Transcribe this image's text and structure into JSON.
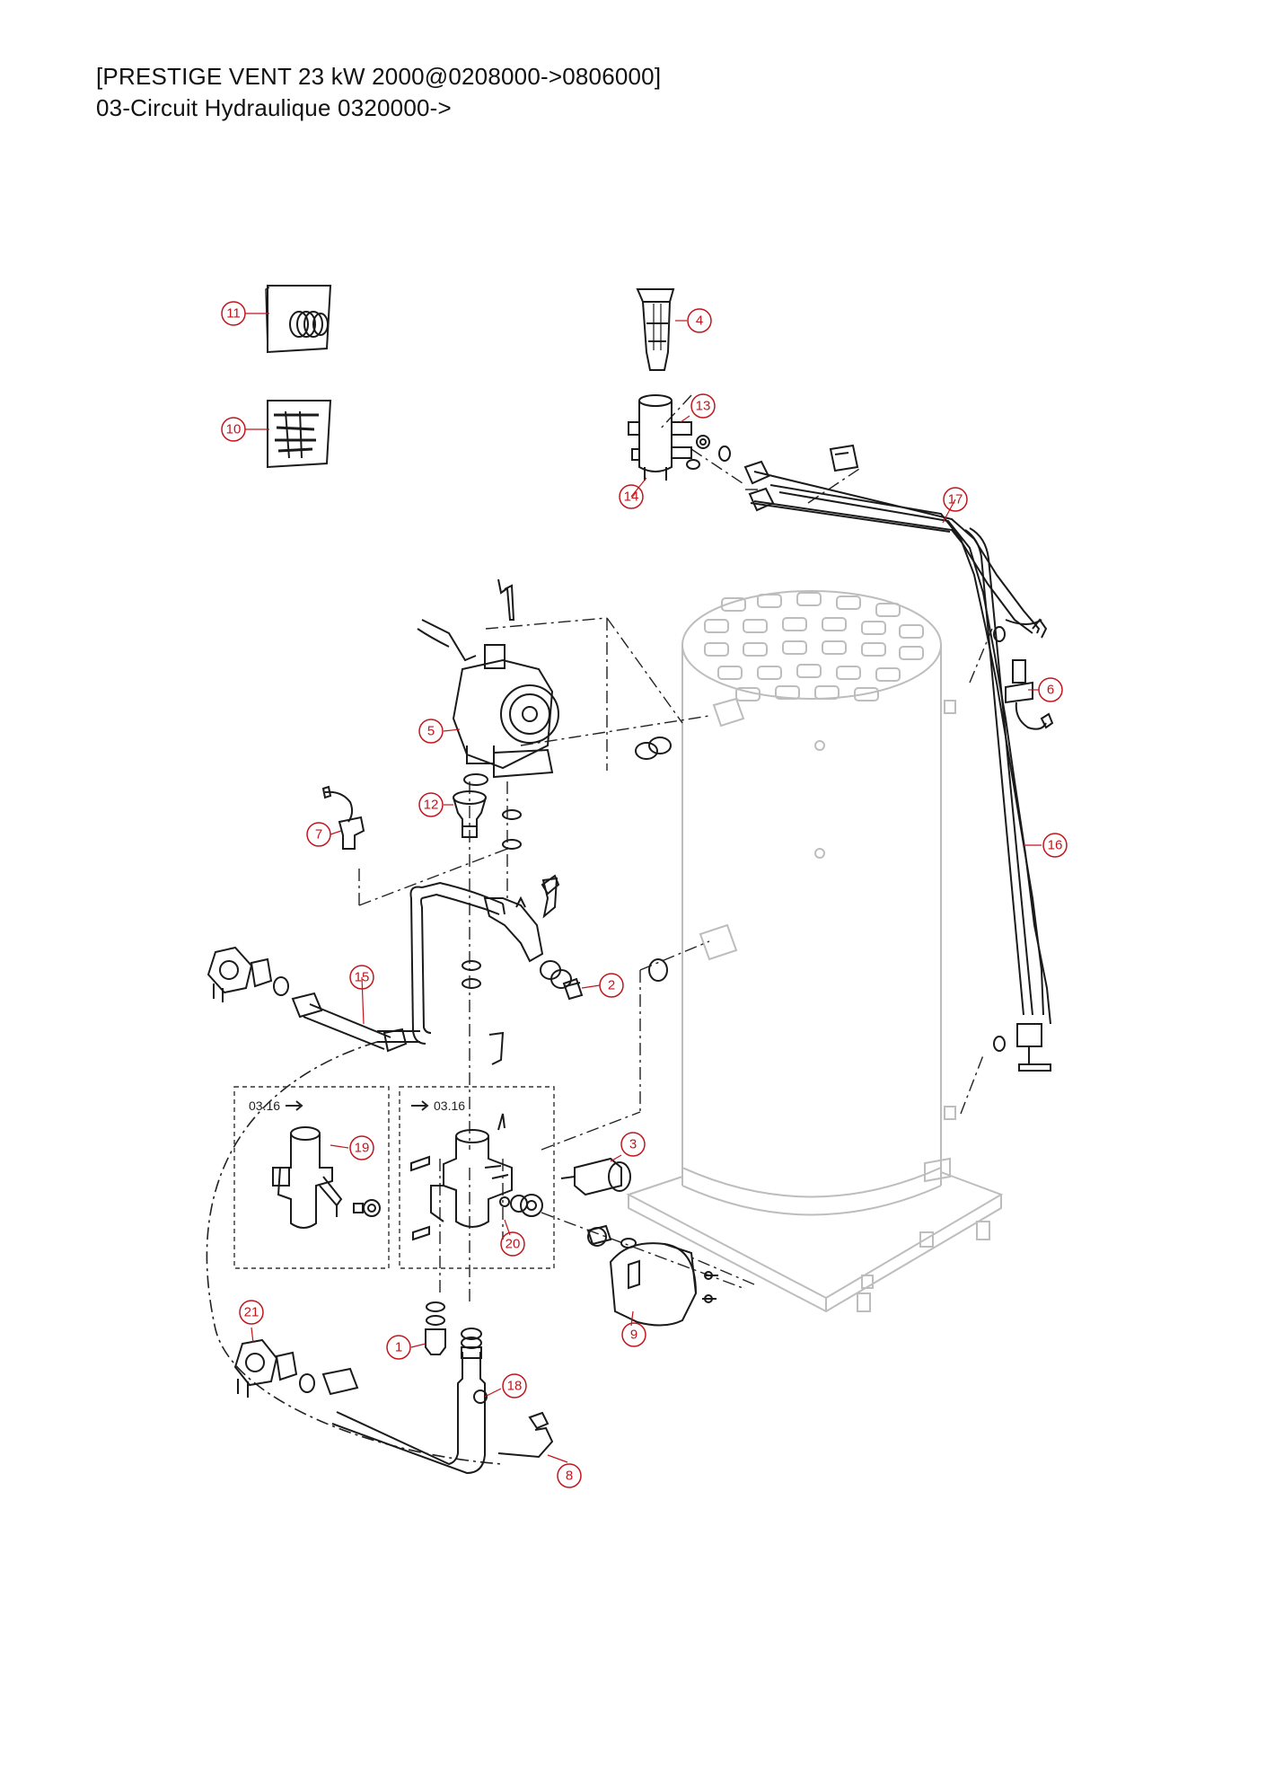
{
  "header": {
    "title": "[PRESTIGE VENT 23 kW 2000@0208000->0806000]",
    "subtitle": "03-Circuit Hydraulique 0320000->"
  },
  "variant_notes": {
    "left": "03.16",
    "right": "03.16"
  },
  "colors": {
    "callout": "#c0161c",
    "line": "#1a1a1a",
    "faded": "#bdbdbd"
  },
  "callouts": [
    {
      "id": "p1",
      "label": "1"
    },
    {
      "id": "p2",
      "label": "2"
    },
    {
      "id": "p3",
      "label": "3"
    },
    {
      "id": "p4",
      "label": "4"
    },
    {
      "id": "p5",
      "label": "5"
    },
    {
      "id": "p6",
      "label": "6"
    },
    {
      "id": "p7",
      "label": "7"
    },
    {
      "id": "p8",
      "label": "8"
    },
    {
      "id": "p9",
      "label": "9"
    },
    {
      "id": "p10",
      "label": "10"
    },
    {
      "id": "p11",
      "label": "11"
    },
    {
      "id": "p12",
      "label": "12"
    },
    {
      "id": "p13",
      "label": "13"
    },
    {
      "id": "p14",
      "label": "14"
    },
    {
      "id": "p15",
      "label": "15"
    },
    {
      "id": "p16",
      "label": "16"
    },
    {
      "id": "p17",
      "label": "17"
    },
    {
      "id": "p18",
      "label": "18"
    },
    {
      "id": "p19",
      "label": "19"
    },
    {
      "id": "p20",
      "label": "20"
    },
    {
      "id": "p21",
      "label": "21"
    }
  ]
}
